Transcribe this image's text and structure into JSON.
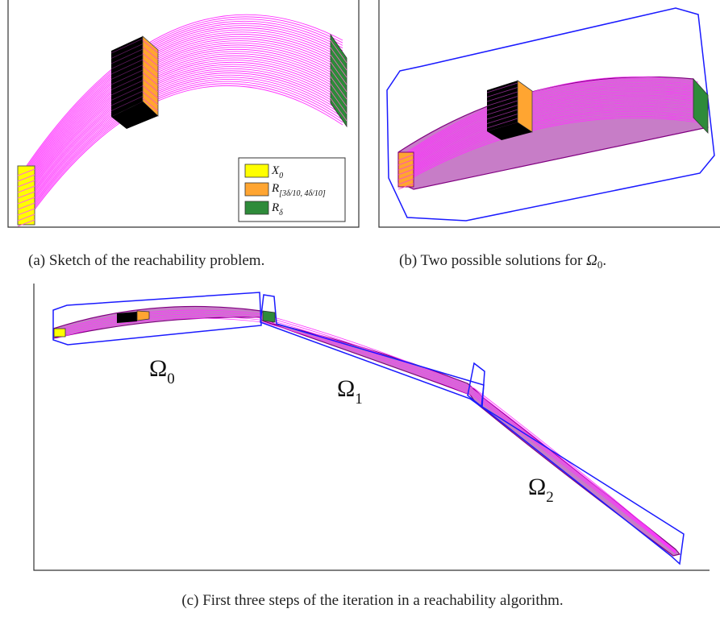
{
  "panels": {
    "a": {
      "caption": "(a) Sketch of the reachability problem."
    },
    "b": {
      "caption_prefix": "(b) Two possible solutions for ",
      "caption_symbol": "Ω",
      "caption_sub": "0",
      "caption_suffix": "."
    },
    "c": {
      "caption": "(c) First three steps of the iteration in a reachability algorithm."
    }
  },
  "legend": [
    {
      "symbol": "X",
      "sub": "0",
      "color": "#ffff00"
    },
    {
      "symbol": "R",
      "sub": "[3δ/10, 4δ/10]",
      "color": "#ffa531"
    },
    {
      "symbol": "R",
      "sub": "δ",
      "color": "#2e8b3a"
    }
  ],
  "omegas": [
    {
      "symbol": "Ω",
      "sub": "0"
    },
    {
      "symbol": "Ω",
      "sub": "1"
    },
    {
      "symbol": "Ω",
      "sub": "2"
    }
  ],
  "colors": {
    "trajectory": "#ff33ff",
    "hull_fill": "#c77dc7",
    "hull_stroke": "#800080",
    "enclosure": "#1a1aff",
    "initial_set": "#ffff00",
    "intermediate_set": "#ffa531",
    "final_set": "#2e8b3a",
    "dark_face": "#000000"
  }
}
